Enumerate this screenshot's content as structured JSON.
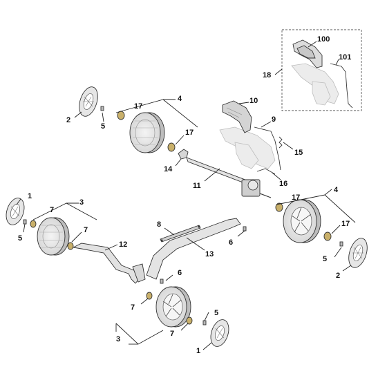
{
  "diagram": {
    "callouts": {
      "c100": "100",
      "c101": "101",
      "c18": "18",
      "c17a": "17",
      "c4a": "4",
      "c17b": "17",
      "c2a": "2",
      "c5a": "5",
      "c14": "14",
      "c10": "10",
      "c9": "9",
      "c15": "15",
      "c11": "11",
      "c16": "16",
      "c1a": "1",
      "c3a": "3",
      "c7a": "7",
      "c7b": "7",
      "c5b": "5",
      "c12": "12",
      "c8": "8",
      "c13": "13",
      "c6a": "6",
      "c6b": "6",
      "c4b": "4",
      "c17c": "17",
      "c17d": "17",
      "c5c": "5",
      "c2b": "2",
      "c7c": "7",
      "c7d": "7",
      "c5d": "5",
      "c3b": "3",
      "c1b": "1"
    }
  }
}
